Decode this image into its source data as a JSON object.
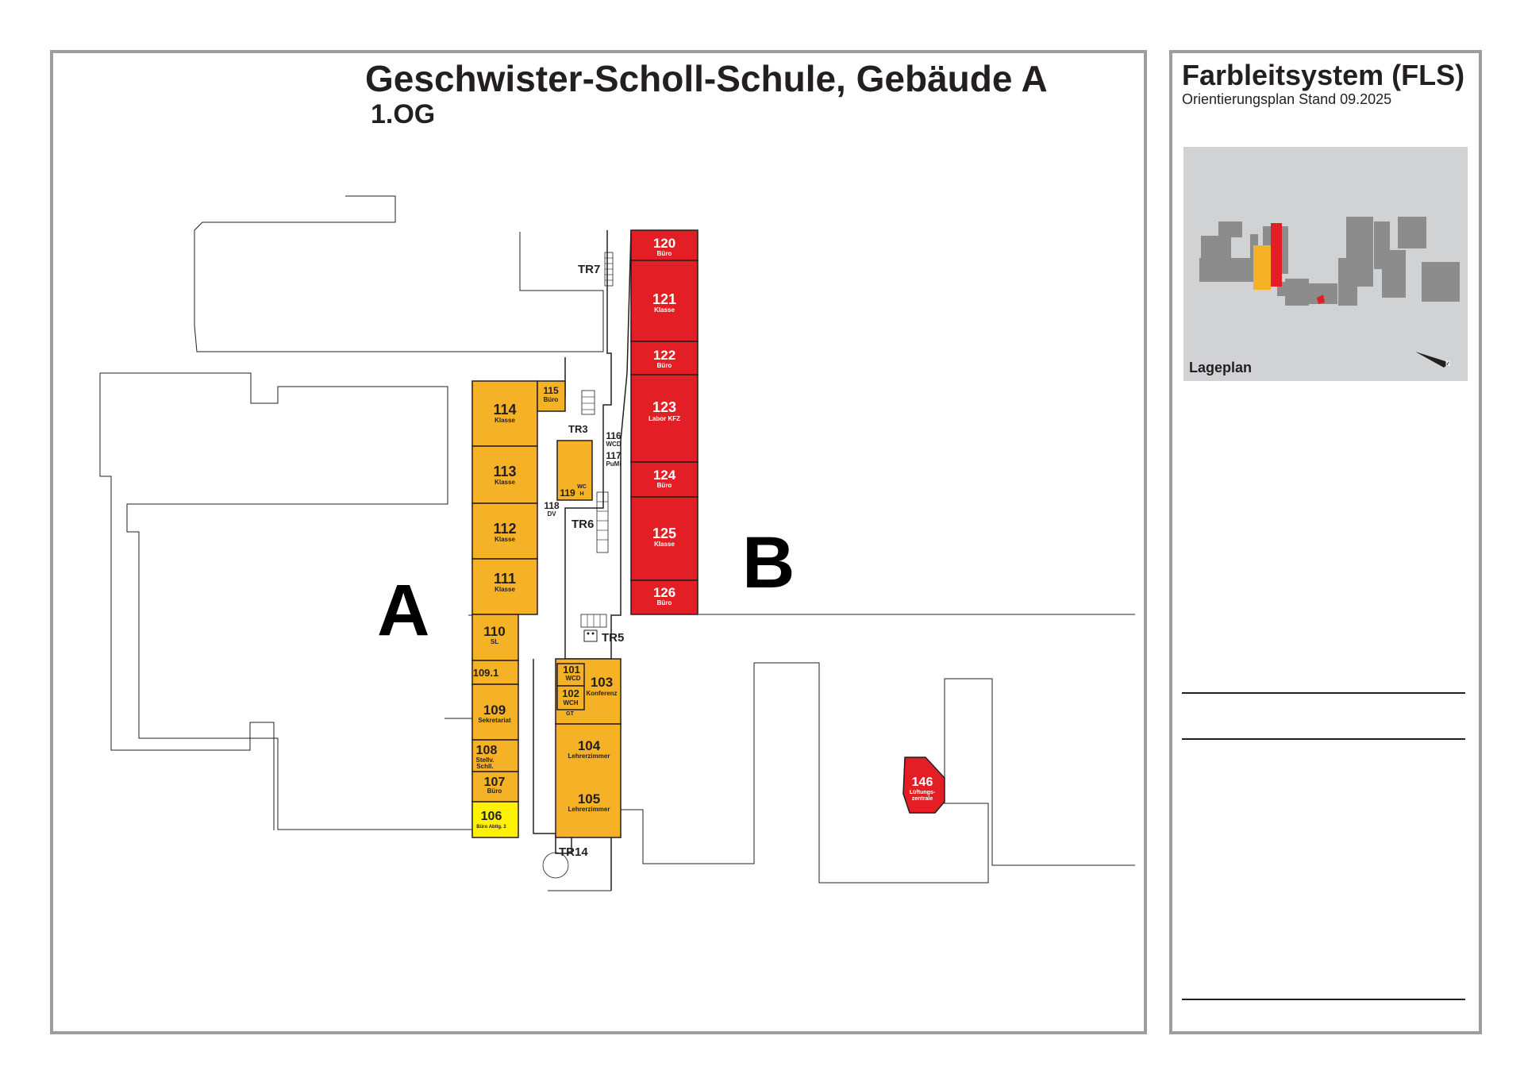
{
  "header": {
    "title": "Geschwister-Scholl-Schule, Gebäude A",
    "floor": "1.OG"
  },
  "sidebar": {
    "title": "Farbleitsystem (FLS)",
    "subtitle": "Orientierungsplan Stand 09.2025",
    "site_plan_label": "Lageplan",
    "north_label": "N"
  },
  "colors": {
    "zone_a": "#f5b226",
    "zone_b": "#e31e24",
    "highlight": "#fff200",
    "outline": "#231f20",
    "frame": "#9d9d9d",
    "site_plan_bg": "#d1d2d4",
    "site_building": "#8c8c8c"
  },
  "zones": {
    "a": "A",
    "b": "B"
  },
  "stairs": [
    "TR7",
    "TR3",
    "TR6",
    "TR5",
    "TR14"
  ],
  "rooms": [
    {
      "num": "120",
      "label": "Büro",
      "zone": "b"
    },
    {
      "num": "121",
      "label": "Klasse",
      "zone": "b"
    },
    {
      "num": "122",
      "label": "Büro",
      "zone": "b"
    },
    {
      "num": "123",
      "label": "Labor KFZ",
      "zone": "b"
    },
    {
      "num": "124",
      "label": "Büro",
      "zone": "b"
    },
    {
      "num": "125",
      "label": "Klasse",
      "zone": "b"
    },
    {
      "num": "126",
      "label": "Büro",
      "zone": "b"
    },
    {
      "num": "146",
      "label": "Lüftungs-",
      "label2": "zentrale",
      "zone": "b"
    },
    {
      "num": "114",
      "label": "Klasse",
      "zone": "a"
    },
    {
      "num": "115",
      "label": "Büro",
      "zone": "a"
    },
    {
      "num": "113",
      "label": "Klasse",
      "zone": "a"
    },
    {
      "num": "112",
      "label": "Klasse",
      "zone": "a"
    },
    {
      "num": "111",
      "label": "Klasse",
      "zone": "a"
    },
    {
      "num": "110",
      "label": "SL",
      "zone": "a"
    },
    {
      "num": "109.1",
      "label": "",
      "zone": "a"
    },
    {
      "num": "109",
      "label": "Sekretariat",
      "zone": "a"
    },
    {
      "num": "108",
      "label": "Stellv.",
      "label2": "Schll.",
      "zone": "a"
    },
    {
      "num": "107",
      "label": "Büro",
      "zone": "a"
    },
    {
      "num": "106",
      "label": "Büro Abtlg. 2",
      "zone": "highlight"
    },
    {
      "num": "103",
      "label": "Konferenz",
      "zone": "a"
    },
    {
      "num": "104",
      "label": "Lehrerzimmer",
      "zone": "a"
    },
    {
      "num": "105",
      "label": "Lehrerzimmer",
      "zone": "a"
    },
    {
      "num": "101",
      "label": "WCD",
      "zone": "a"
    },
    {
      "num": "102",
      "label": "WCH",
      "zone": "a"
    },
    {
      "num": "119",
      "label": "WC",
      "label2": "H",
      "zone": "a"
    },
    {
      "num": "116",
      "label": "WCD",
      "zone": "none"
    },
    {
      "num": "117",
      "label": "PuMi",
      "zone": "none"
    },
    {
      "num": "118",
      "label": "DV",
      "zone": "none"
    }
  ],
  "small_labels": {
    "gt": "GT"
  }
}
